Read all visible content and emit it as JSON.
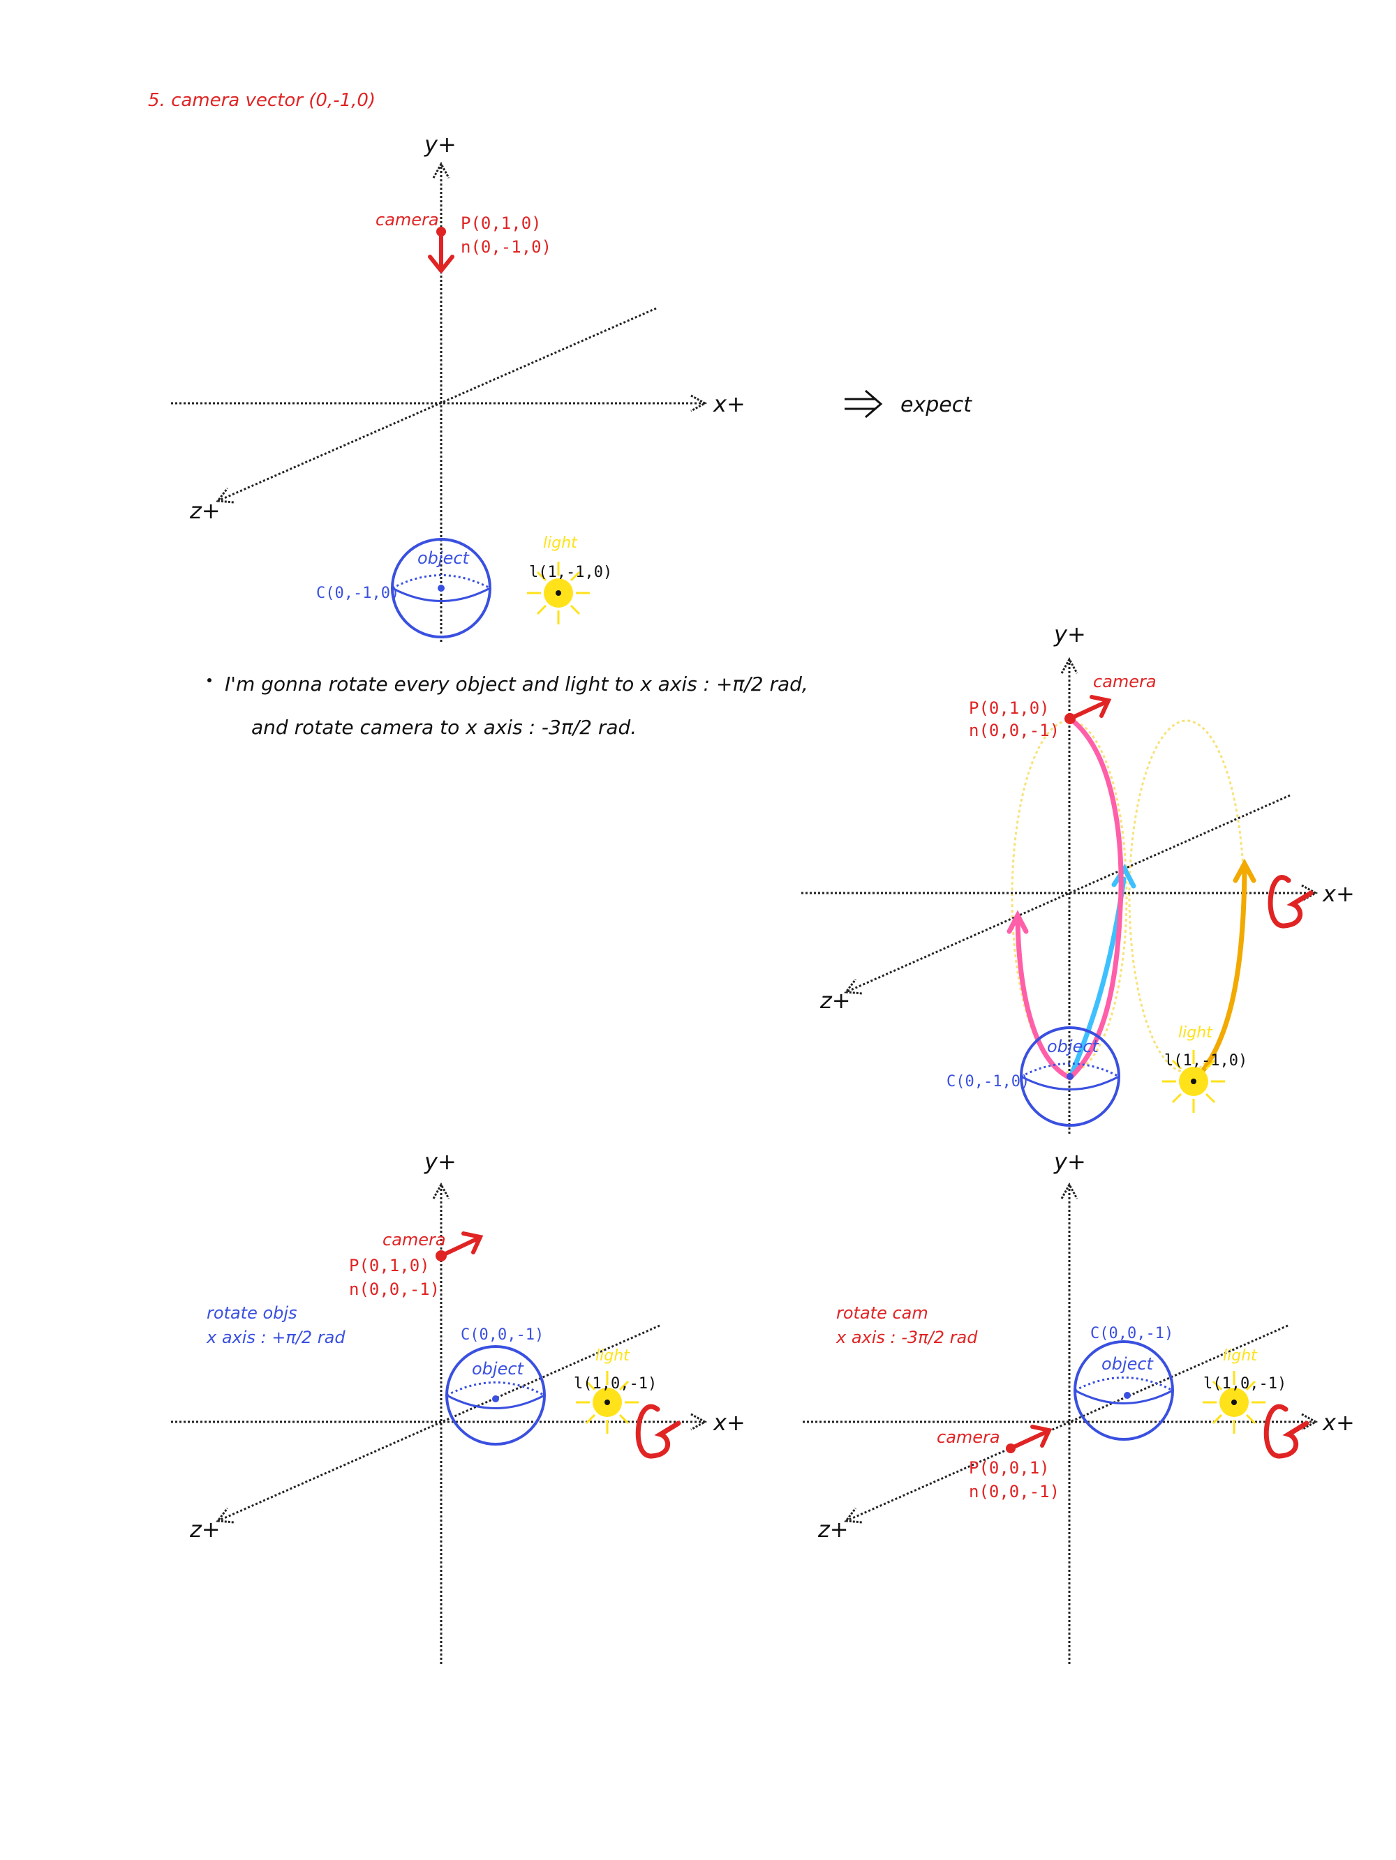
{
  "title": "5. camera vector (0,-1,0)",
  "expect_label": "expect",
  "notes": [
    "I'm gonna rotate every object and light to x axis : +π/2 rad,",
    "and rotate camera to x axis : -3π/2 rad."
  ],
  "axis_labels": {
    "x": "x+",
    "y": "y+",
    "z": "z+"
  },
  "words": {
    "camera": "camera",
    "object": "object",
    "light": "light"
  },
  "colors": {
    "camera": "#e02424",
    "object": "#3a50e0",
    "light": "#ffe21a",
    "annotation_text": "#111111",
    "pink_path": "#ff5fa8",
    "cyan_path": "#3ec0ff",
    "orange_path": "#f2a900",
    "dashed_ellipse": "#f7e27a"
  },
  "panels": {
    "original": {
      "camera_p": "P(0,1,0)",
      "camera_n": "n(0,-1,0)",
      "object_c": "C(0,-1,0)",
      "light_l": "l(1,-1,0)"
    },
    "expect": {
      "camera_p": "P(0,1,0)",
      "camera_n": "n(0,0,-1)",
      "object_c": "C(0,-1,0)",
      "light_l": "l(1,-1,0)"
    },
    "rotate_objs": {
      "note_line1": "rotate objs",
      "note_line2": "x axis : +π/2 rad",
      "camera_p": "P(0,1,0)",
      "camera_n": "n(0,0,-1)",
      "object_c": "C(0,0,-1)",
      "light_l": "l(1,0,-1)"
    },
    "rotate_cam": {
      "note_line1": "rotate cam",
      "note_line2": "x axis : -3π/2 rad",
      "camera_p": "P(0,0,1)",
      "camera_n": "n(0,0,-1)",
      "object_c": "C(0,0,-1)",
      "light_l": "l(1,0,-1)"
    }
  }
}
